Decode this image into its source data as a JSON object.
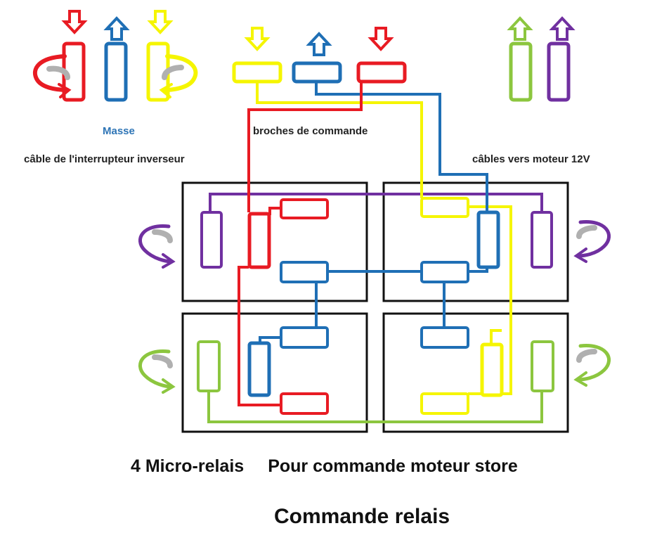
{
  "labels": {
    "masse": "Masse",
    "broches": "broches de commande",
    "interrupteur": "câble de l'interrupteur inverseur",
    "moteur": "câbles vers moteur 12V",
    "subtitle_left": "4  Micro-relais",
    "subtitle_right": "Pour commande moteur store",
    "title": "Commande relais"
  },
  "colors": {
    "red": "#e81b23",
    "blue": "#1f6fb5",
    "yellow": "#f5f500",
    "green": "#8cc63f",
    "purple": "#7030a0",
    "frame": "#111111",
    "masse_text": "#2e75b6"
  },
  "icons": [
    "arrow-down-icon",
    "arrow-up-icon",
    "rotate-arrow-icon"
  ]
}
